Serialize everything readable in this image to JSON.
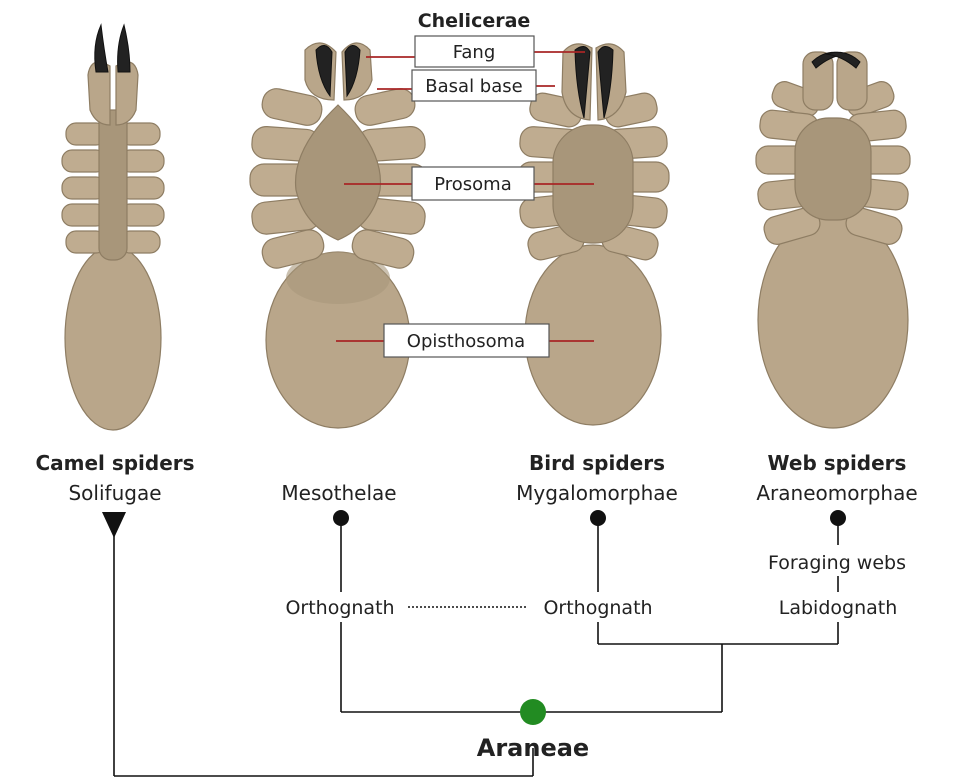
{
  "labels": {
    "chelicerae": "Chelicerae",
    "fang": "Fang",
    "basal_base": "Basal base",
    "prosoma": "Prosoma",
    "opisthosoma": "Opisthosoma"
  },
  "taxa": {
    "camel_common": "Camel spiders",
    "camel_sci": "Solifugae",
    "meso_sci": "Mesothelae",
    "bird_common": "Bird spiders",
    "bird_sci": "Mygalomorphae",
    "web_common": "Web spiders",
    "web_sci": "Araneomorphae"
  },
  "traits": {
    "orthognath_left": "Orthognath",
    "orthognath_right": "Orthognath",
    "foraging": "Foraging webs",
    "labidognath": "Labidognath"
  },
  "root": "Araneae",
  "colors": {
    "body": "#b9a68a",
    "leader": "#a82626",
    "root_node": "#228b22",
    "fang": "#222222"
  }
}
